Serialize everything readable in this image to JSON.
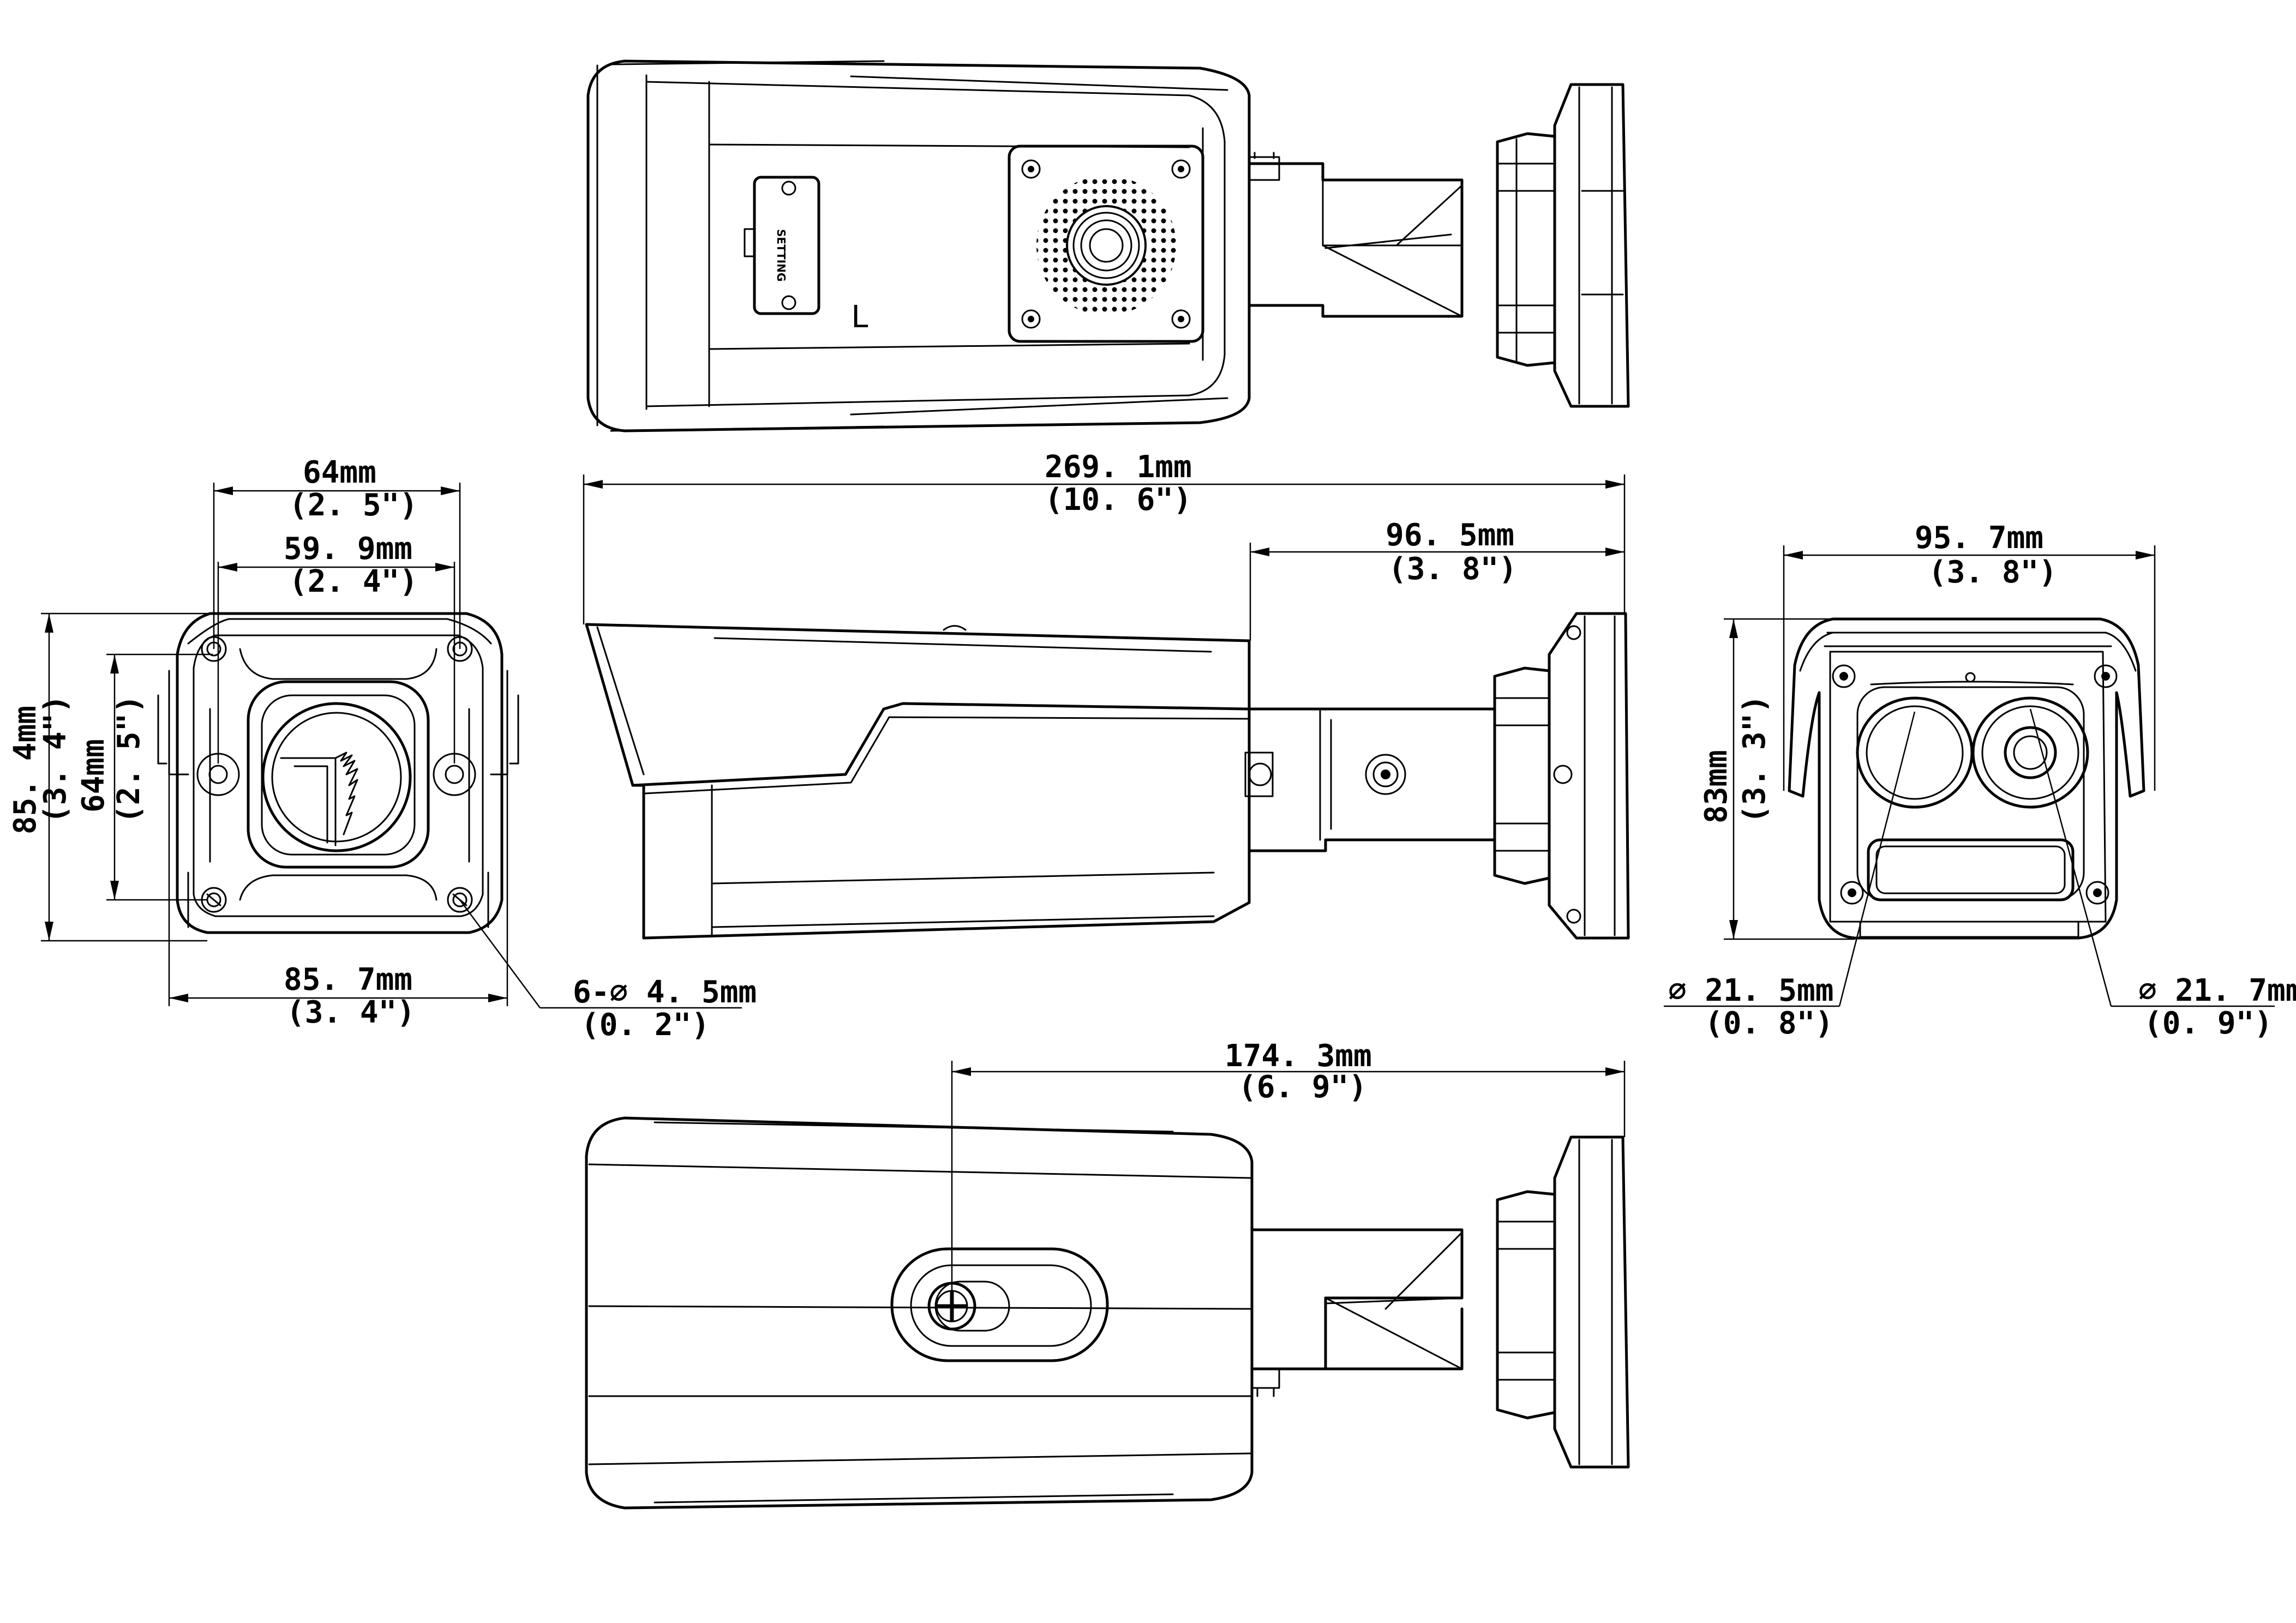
{
  "dimensions": {
    "total_length": {
      "mm": "269. 1mm",
      "inch": "(10. 6\")"
    },
    "mount_length": {
      "mm": "96. 5mm",
      "inch": "(3. 8\")"
    },
    "bracket_offset": {
      "mm": "174. 3mm",
      "inch": "(6. 9\")"
    },
    "mount_width_outer": {
      "mm": "64mm",
      "inch": "(2. 5\")"
    },
    "mount_width_inner": {
      "mm": "59. 9mm",
      "inch": "(2. 4\")"
    },
    "mount_height_total": {
      "mm": "85. 4mm",
      "inch": "(3. 4\")"
    },
    "mount_height_holes": {
      "mm": "64mm",
      "inch": "(2. 5\")"
    },
    "mount_base_width": {
      "mm": "85. 7mm",
      "inch": "(3. 4\")"
    },
    "mount_holes": {
      "mm": "6-∅ 4. 5mm",
      "inch": "(0. 2\")"
    },
    "front_width": {
      "mm": "95. 7mm",
      "inch": "(3. 8\")"
    },
    "front_height": {
      "mm": "83mm",
      "inch": "(3. 3\")"
    },
    "lens_left": {
      "mm": "∅ 21. 5mm",
      "inch": "(0. 8\")"
    },
    "lens_right": {
      "mm": "∅ 21. 7mm",
      "inch": "(0. 9\")"
    }
  },
  "panel": {
    "label": "SETTING",
    "marker": "L"
  }
}
